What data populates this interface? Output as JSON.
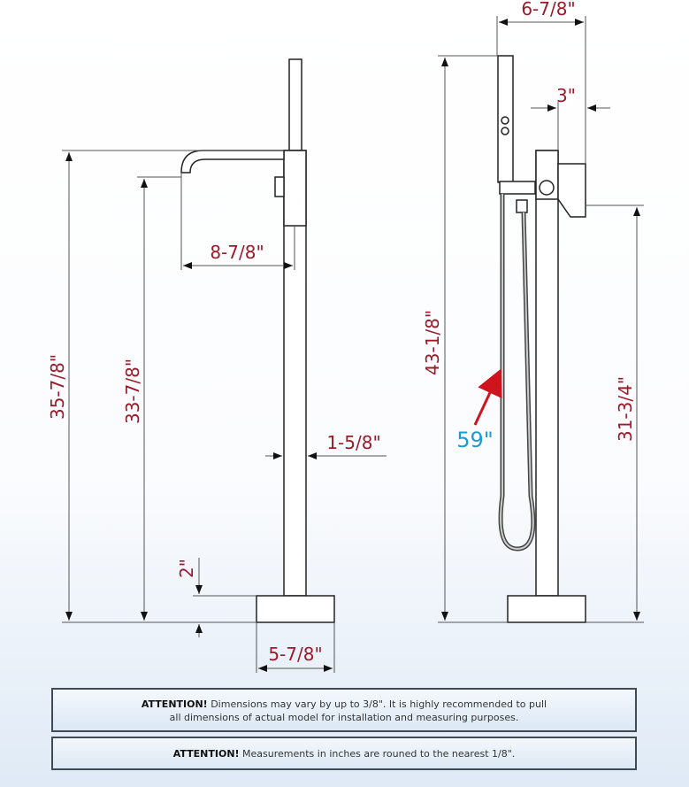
{
  "dimensions": {
    "left_total_height": "35-7/8\"",
    "left_spout_height": "33-7/8\"",
    "spout_reach": "8-7/8\"",
    "pipe_diameter": "1-5/8\"",
    "base_height": "2\"",
    "base_width": "5-7/8\"",
    "top_width": "6-7/8\"",
    "handle_offset": "3\"",
    "right_total_height": "43-1/8\"",
    "handle_height": "31-3/4\"",
    "hose_length": "59\""
  },
  "notes": [
    {
      "bold": "ATTENTION!",
      "text": " Dimensions may vary by up to 3/8\". It is highly recommended to pull",
      "text2": "all dimensions of actual model for installation and measuring purposes."
    },
    {
      "bold": "ATTENTION!",
      "text": " Measurements in inches are rouned to the nearest 1/8\"."
    }
  ],
  "colors": {
    "dimension_text": "#9b1b2a",
    "hose_label": "#1a9ad8",
    "arrow": "#d0141e"
  }
}
